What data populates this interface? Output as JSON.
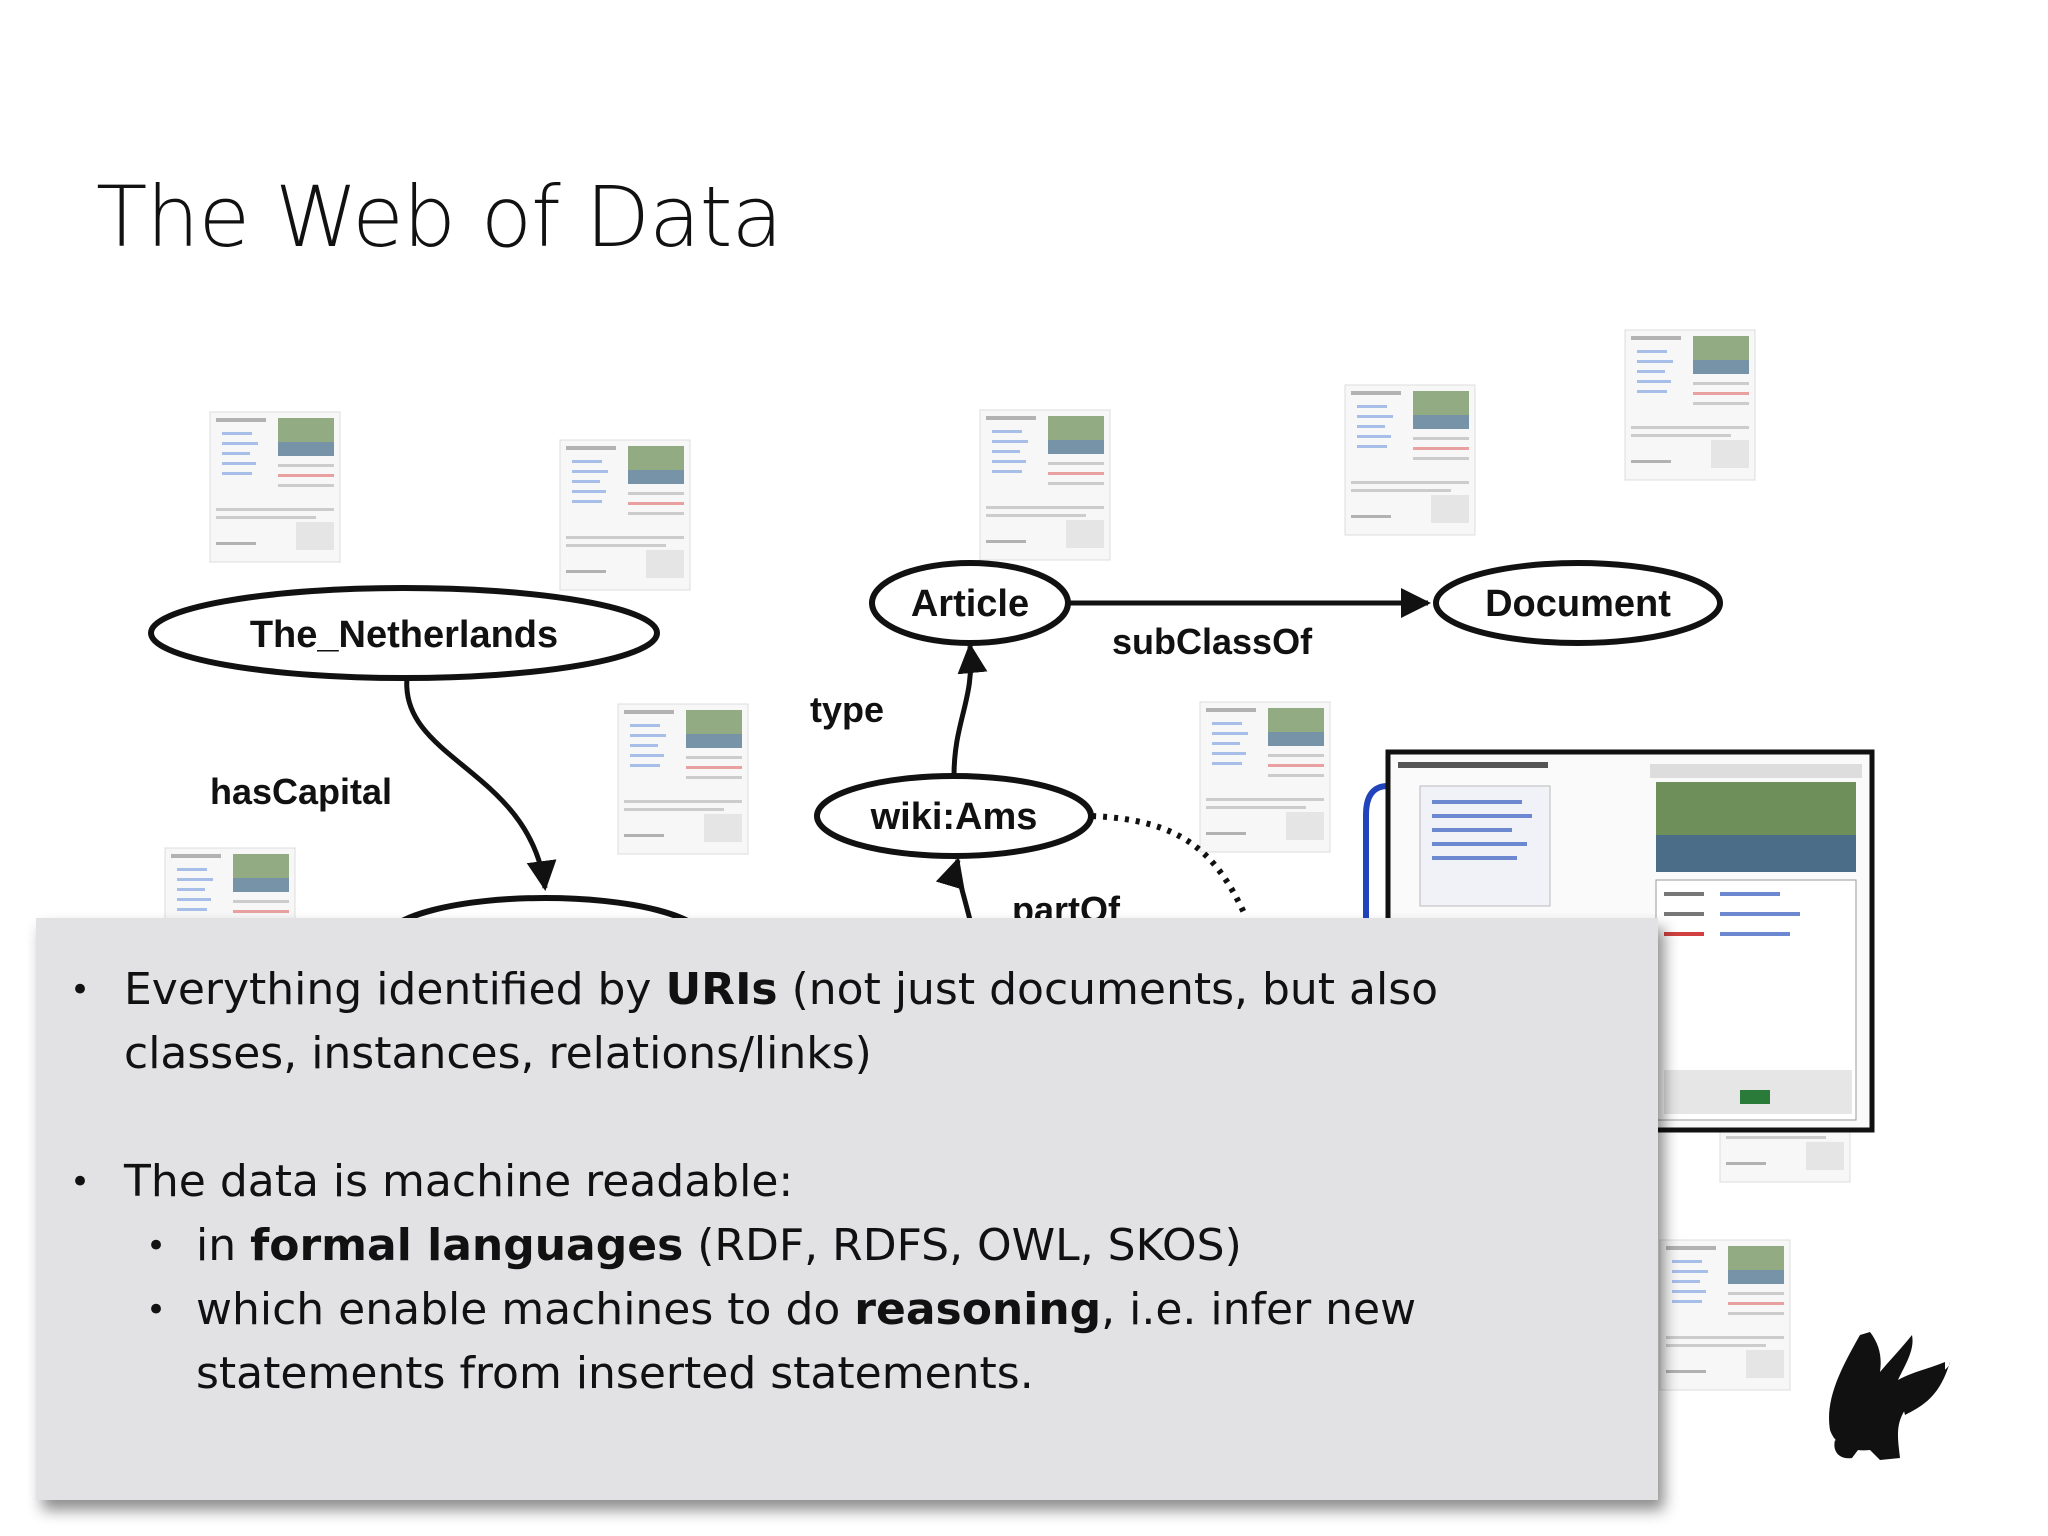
{
  "slide": {
    "title": "The Web of Data"
  },
  "diagram": {
    "nodes": {
      "netherlands": "The_Netherlands",
      "article": "Article",
      "document": "Document",
      "wiki_ams": "wiki:Ams"
    },
    "edges": {
      "has_capital": "hasCapital",
      "sub_class_of": "subClassOf",
      "type": "type",
      "part_of": "partOf"
    }
  },
  "bullets": {
    "b1": {
      "pre": "Everything identified by ",
      "bold": "URIs",
      "post": " (not just documents, but also classes, instances, relations/links)"
    },
    "b2": {
      "text": "The data is machine readable:"
    },
    "s1": {
      "pre": "in ",
      "bold": "formal languages",
      "post": " (RDF, RDFS, OWL, SKOS)"
    },
    "s2": {
      "pre": "which enable machines to do ",
      "bold": "reasoning",
      "post": ", i.e. infer new statements from inserted statements."
    },
    "marker": "•"
  },
  "logo": {
    "icon": "griffin-logo-icon"
  }
}
